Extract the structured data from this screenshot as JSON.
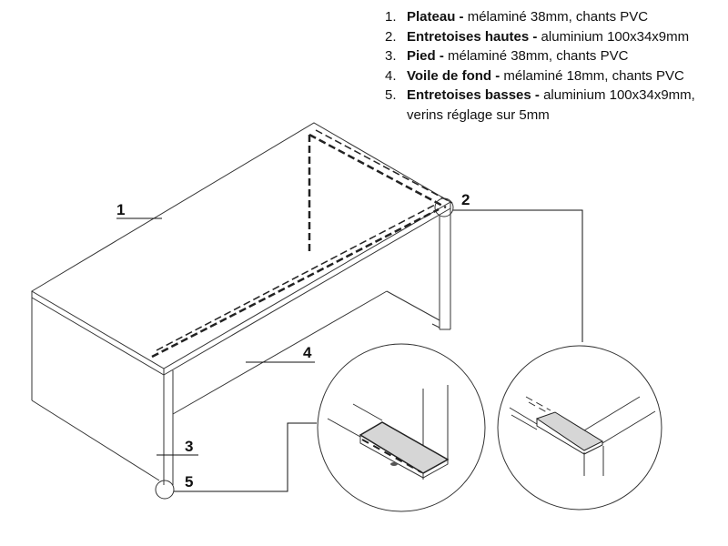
{
  "legend": [
    {
      "num": "1.",
      "name": "Plateau -",
      "desc": "mélaminé 38mm, chants PVC"
    },
    {
      "num": "2.",
      "name": "Entretoises hautes -",
      "desc": "aluminium 100x34x9mm"
    },
    {
      "num": "3.",
      "name": "Pied -",
      "desc": "mélaminé 38mm, chants PVC"
    },
    {
      "num": "4.",
      "name": "Voile de fond -",
      "desc": "mélaminé 18mm, chants PVC"
    },
    {
      "num": "5.",
      "name": "Entretoises basses -",
      "desc": "aluminium 100x34x9mm,",
      "cont": "verins réglage sur 5mm"
    }
  ],
  "callouts": {
    "c1": "1",
    "c2": "2",
    "c3": "3",
    "c4": "4",
    "c5": "5"
  }
}
